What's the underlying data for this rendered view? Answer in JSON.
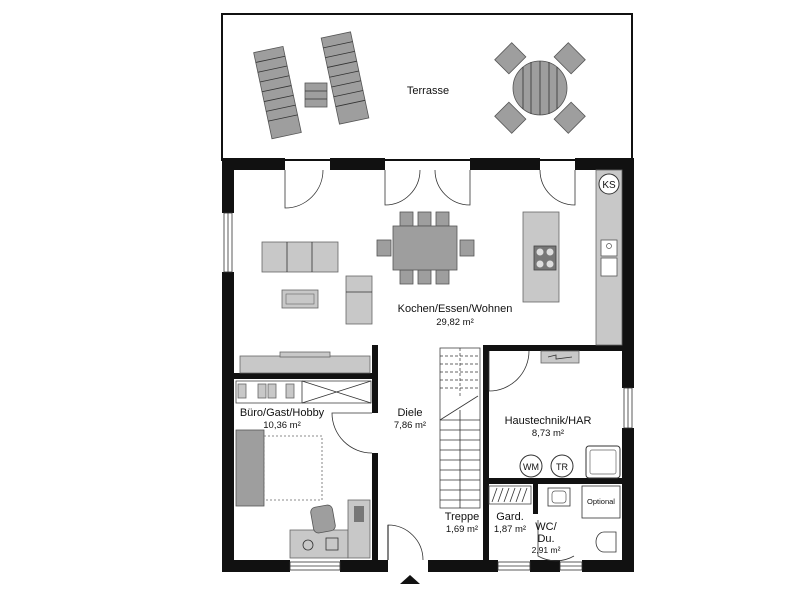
{
  "rooms": {
    "terrace": {
      "name": "Terrasse"
    },
    "living": {
      "name": "Kochen/Essen/Wohnen",
      "area": "29,82 m²"
    },
    "office": {
      "name": "Büro/Gast/Hobby",
      "area": "10,36 m²"
    },
    "hall": {
      "name": "Diele",
      "area": "7,86 m²"
    },
    "technical": {
      "name": "Haustechnik/HAR",
      "area": "8,73 m²"
    },
    "stairs": {
      "name": "Treppe",
      "area": "1,69 m²"
    },
    "wardrobe": {
      "name": "Gard.",
      "area": "1,87 m²"
    },
    "wc": {
      "name_line1": "WC/",
      "name_line2": "Du.",
      "area": "2,91 m²"
    }
  },
  "fixtures": {
    "ks": "KS",
    "wm": "WM",
    "tr": "TR",
    "optional": "Optional"
  },
  "colors": {
    "wall": "#111111",
    "furniture": "#9e9e9e",
    "furniture_light": "#c8c8c8",
    "background": "#ffffff"
  }
}
